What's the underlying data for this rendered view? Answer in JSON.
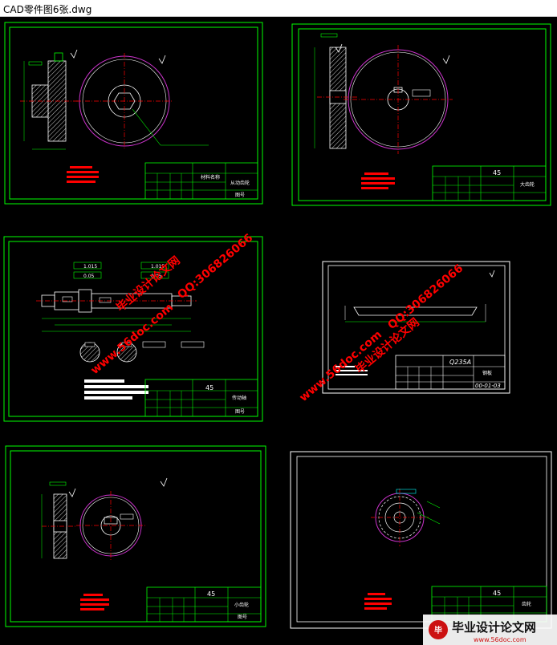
{
  "window": {
    "title": "CAD零件图6张.dwg"
  },
  "colors": {
    "background": "#000000",
    "frame": "#00ff00",
    "gear": "#cc33cc",
    "center_line": "#ff0000",
    "note_block": "#ff0000",
    "dimension": "#00ffff",
    "hatch": "#ffffff",
    "watermark": "#ff0000"
  },
  "sheets": [
    {
      "id": "sheet-1",
      "title_text": "材料名称",
      "part_name": "从动齿轮",
      "drawing_no": "图号"
    },
    {
      "id": "sheet-2",
      "value": "45",
      "part_name": "大齿轮"
    },
    {
      "id": "sheet-3",
      "tolerance_1": "1.015",
      "tolerance_2": "0.05",
      "value": "45",
      "part_name": "传动轴",
      "drawing_no": "图号"
    },
    {
      "id": "sheet-4",
      "material": "Q235A",
      "part_name": "钢板",
      "drawing_no": "00-01-03"
    },
    {
      "id": "sheet-5",
      "value": "45",
      "part_name": "小齿轮",
      "drawing_no": "图号"
    },
    {
      "id": "sheet-6",
      "value": "45",
      "part_name": "齿轮"
    }
  ],
  "watermarks": [
    {
      "text": "www.56doc.com"
    },
    {
      "text": "QQ:306826066"
    },
    {
      "text": "毕业设计论文网"
    }
  ],
  "footer_logo": {
    "text": "毕业设计论文网",
    "url": "www.56doc.com"
  }
}
